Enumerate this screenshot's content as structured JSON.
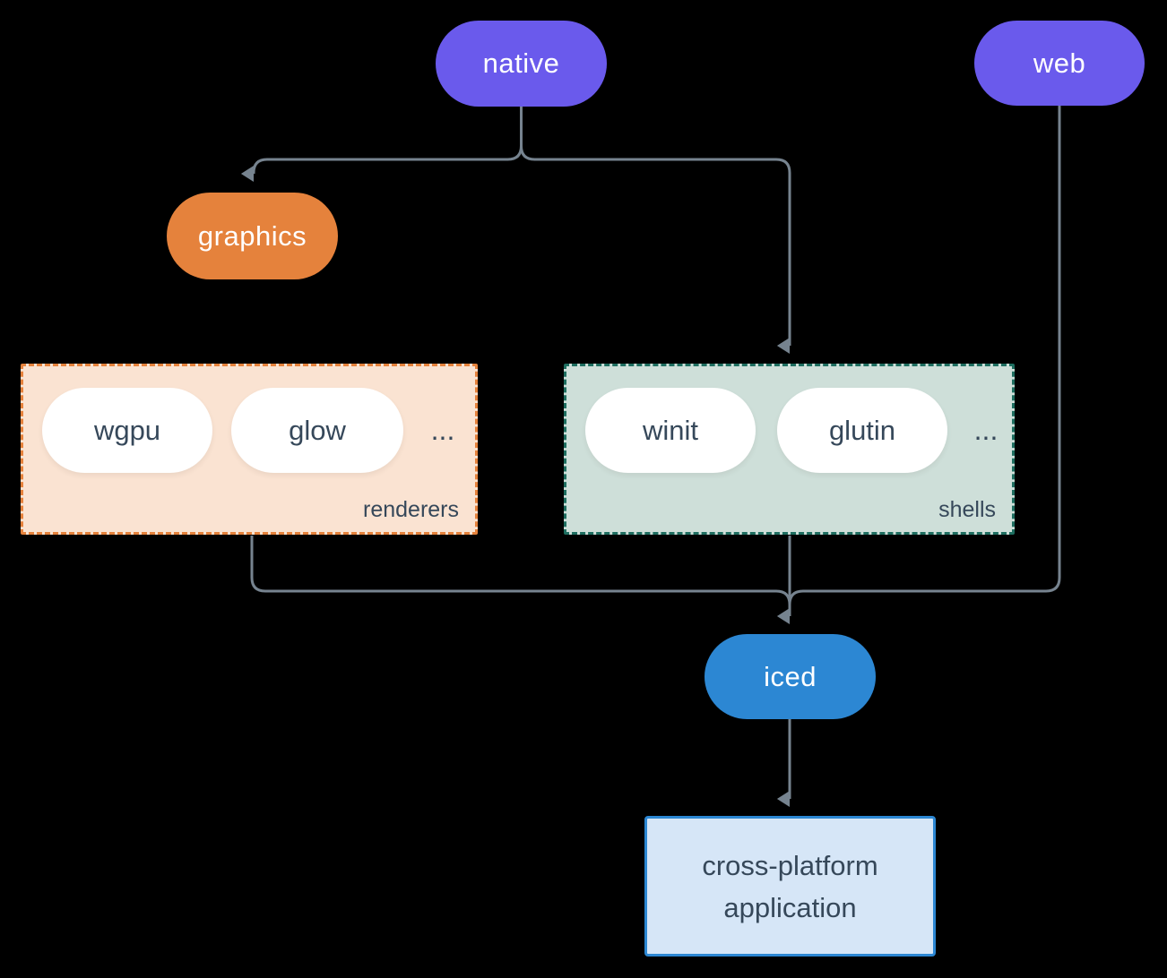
{
  "diagram": {
    "nodes": {
      "native": "native",
      "web": "web",
      "graphics": "graphics",
      "iced": "iced",
      "app_line1": "cross-platform",
      "app_line2": "application"
    },
    "renderers": {
      "label": "renderers",
      "item1": "wgpu",
      "item2": "glow",
      "more": "..."
    },
    "shells": {
      "label": "shells",
      "item1": "winit",
      "item2": "glutin",
      "more": "..."
    },
    "colors": {
      "background": "#000000",
      "platform_purple": "#6A5AEC",
      "graphics_orange": "#E5823C",
      "iced_blue": "#2C87D3",
      "renderers_fill": "#FAE3D2",
      "renderers_border": "#E5823C",
      "shells_fill": "#CEDFD9",
      "shells_border": "#1E6E60",
      "app_fill": "#D6E6F7",
      "app_border": "#2C87D3",
      "dark_text": "#36485A",
      "connector_gray": "#76838F",
      "white": "#FFFFFF"
    }
  }
}
